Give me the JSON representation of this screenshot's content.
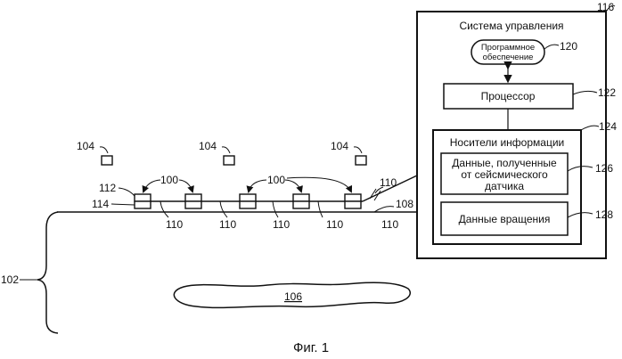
{
  "figure": {
    "caption": "Фиг. 1",
    "control_system": {
      "title": "Система управления",
      "ref": "116",
      "software": {
        "line1": "Программное",
        "line2": "обеспечение",
        "ref": "120"
      },
      "processor": {
        "label": "Процессор",
        "ref": "122"
      },
      "storage": {
        "title": "Носители информации",
        "ref": "124",
        "sensor_data": {
          "line1": "Данные, полученные",
          "line2": "от сейсмического",
          "line3": "датчика",
          "ref": "126"
        },
        "rotation_data": {
          "label": "Данные вращения",
          "ref": "128"
        }
      }
    },
    "field": {
      "sources": [
        "104",
        "104",
        "104"
      ],
      "sensor_group_labels": [
        "100",
        "100"
      ],
      "cable_ref_top": "110",
      "cable_segment_labels": [
        "110",
        "110",
        "110",
        "110",
        "110"
      ],
      "sensor_upper_ref": "112",
      "sensor_lower_ref": "114",
      "surface_ref": "108",
      "subsurface_ref": "102",
      "reservoir_ref": "106"
    }
  }
}
